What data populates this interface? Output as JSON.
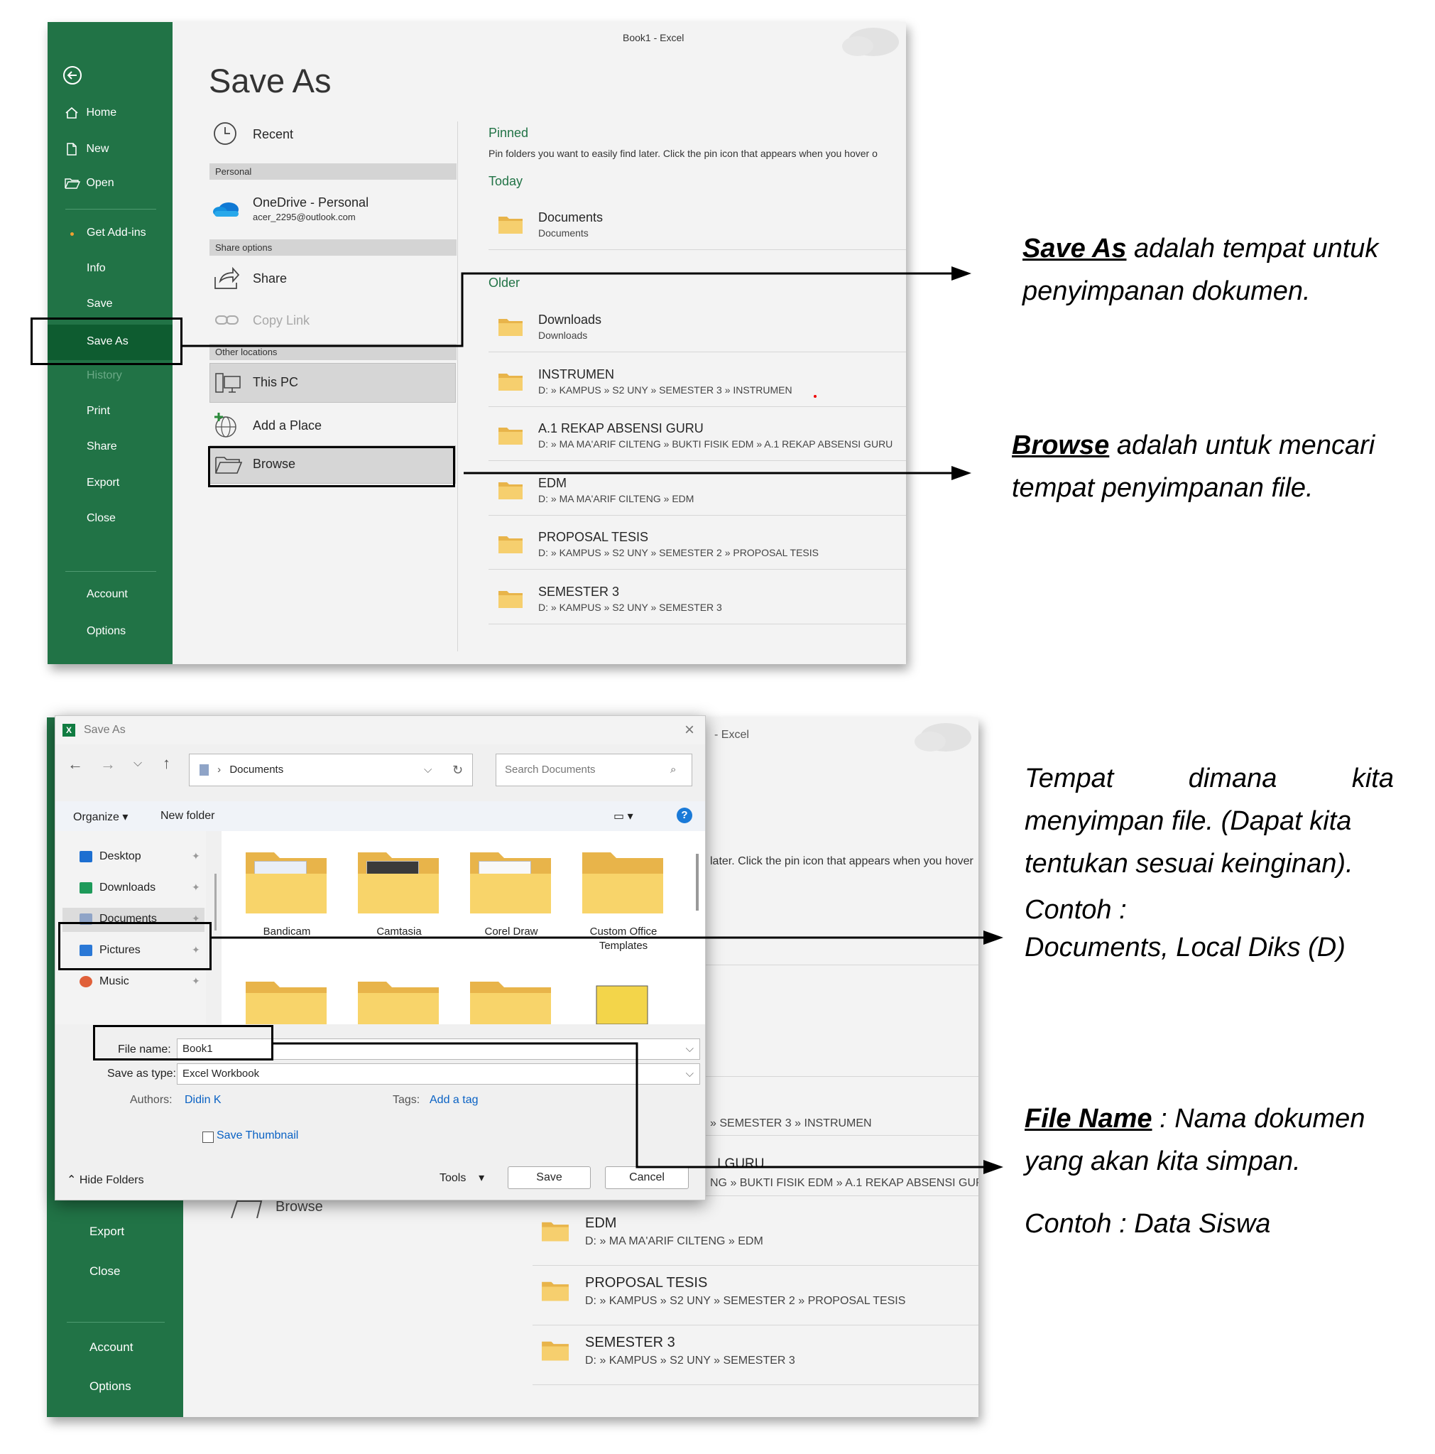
{
  "top": {
    "window_title": "Book1  -  Excel",
    "page_title": "Save As",
    "sidebar": {
      "home": "Home",
      "new": "New",
      "open": "Open",
      "addins": "Get Add-ins",
      "info": "Info",
      "save": "Save",
      "saveas": "Save As",
      "history": "History",
      "print": "Print",
      "share": "Share",
      "export": "Export",
      "close": "Close",
      "account": "Account",
      "options": "Options"
    },
    "locations": {
      "recent": "Recent",
      "personal_head": "Personal",
      "onedrive": "OneDrive - Personal",
      "onedrive_email": "acer_2295@outlook.com",
      "share_head": "Share options",
      "share": "Share",
      "copylink": "Copy Link",
      "other_head": "Other locations",
      "thispc": "This PC",
      "addplace": "Add a Place",
      "browse": "Browse"
    },
    "pinned_head": "Pinned",
    "pinned_desc": "Pin folders you want to easily find later. Click the pin icon that appears when you hover o",
    "today_head": "Today",
    "older_head": "Older",
    "folders_today": [
      {
        "name": "Documents",
        "path": "Documents"
      }
    ],
    "folders_older": [
      {
        "name": "Downloads",
        "path": "Downloads"
      },
      {
        "name": "INSTRUMEN",
        "path": "D: » KAMPUS » S2 UNY » SEMESTER 3 » INSTRUMEN"
      },
      {
        "name": "A.1 REKAP ABSENSI GURU",
        "path": "D: » MA MA'ARIF CILTENG » BUKTI FISIK EDM » A.1 REKAP ABSENSI GURU"
      },
      {
        "name": "EDM",
        "path": "D: » MA MA'ARIF CILTENG » EDM"
      },
      {
        "name": "PROPOSAL TESIS",
        "path": "D: » KAMPUS » S2 UNY » SEMESTER 2 » PROPOSAL TESIS"
      },
      {
        "name": "SEMESTER 3",
        "path": "D: » KAMPUS » S2 UNY » SEMESTER 3"
      }
    ]
  },
  "bottom": {
    "bg_title": "-  Excel",
    "bg_pinned_desc": "later. Click the pin icon that appears when you hover",
    "bg_path_instrumen": "» SEMESTER 3 » INSTRUMEN",
    "bg_guru": "I GURU",
    "bg_path_guru": "NG » BUKTI FISIK EDM » A.1 REKAP ABSENSI GURU",
    "bg_browse": "Browse",
    "bg_sidebar": {
      "export": "Export",
      "close": "Close",
      "account": "Account",
      "options": "Options"
    },
    "bg_folders": [
      {
        "name": "EDM",
        "path": "D: » MA MA'ARIF CILTENG » EDM"
      },
      {
        "name": "PROPOSAL TESIS",
        "path": "D: » KAMPUS » S2 UNY » SEMESTER 2 » PROPOSAL TESIS"
      },
      {
        "name": "SEMESTER 3",
        "path": "D: » KAMPUS » S2 UNY » SEMESTER 3"
      }
    ],
    "dialog": {
      "title": "Save As",
      "address": "Documents",
      "search_placeholder": "Search Documents",
      "organize": "Organize",
      "new_folder": "New folder",
      "tree": [
        "Desktop",
        "Downloads",
        "Documents",
        "Pictures",
        "Music"
      ],
      "files": [
        "Bandicam",
        "Camtasia",
        "Corel Draw",
        "Custom Office Templates"
      ],
      "file_name_label": "File name:",
      "file_name_value": "Book1",
      "save_type_label": "Save as type:",
      "save_type_value": "Excel Workbook",
      "authors_label": "Authors:",
      "authors_value": "Didin K",
      "tags_label": "Tags:",
      "tags_value": "Add a tag",
      "save_thumbnail": "Save Thumbnail",
      "hide_folders": "Hide Folders",
      "tools": "Tools",
      "save": "Save",
      "cancel": "Cancel"
    }
  },
  "annotations": {
    "a1_term": "Save As",
    "a1_rest": " adalah tempat untuk",
    "a1_line2": "penyimpanan dokumen.",
    "a2_term": "Browse",
    "a2_rest": " adalah untuk mencari",
    "a2_line2": "tempat penyimpanan file.",
    "a3_w1": "Tempat",
    "a3_w2": "dimana",
    "a3_w3": "kita",
    "a3_line2": "menyimpan file. (Dapat kita",
    "a3_line3": "tentukan sesuai keinginan).",
    "a3_line4": "Contoh :",
    "a3_line5": "Documents, Local Diks (D)",
    "a4_term": "File Name",
    "a4_rest": " : Nama dokumen",
    "a4_line2": "yang akan kita simpan.",
    "a4_line3": "Contoh : Data Siswa"
  }
}
